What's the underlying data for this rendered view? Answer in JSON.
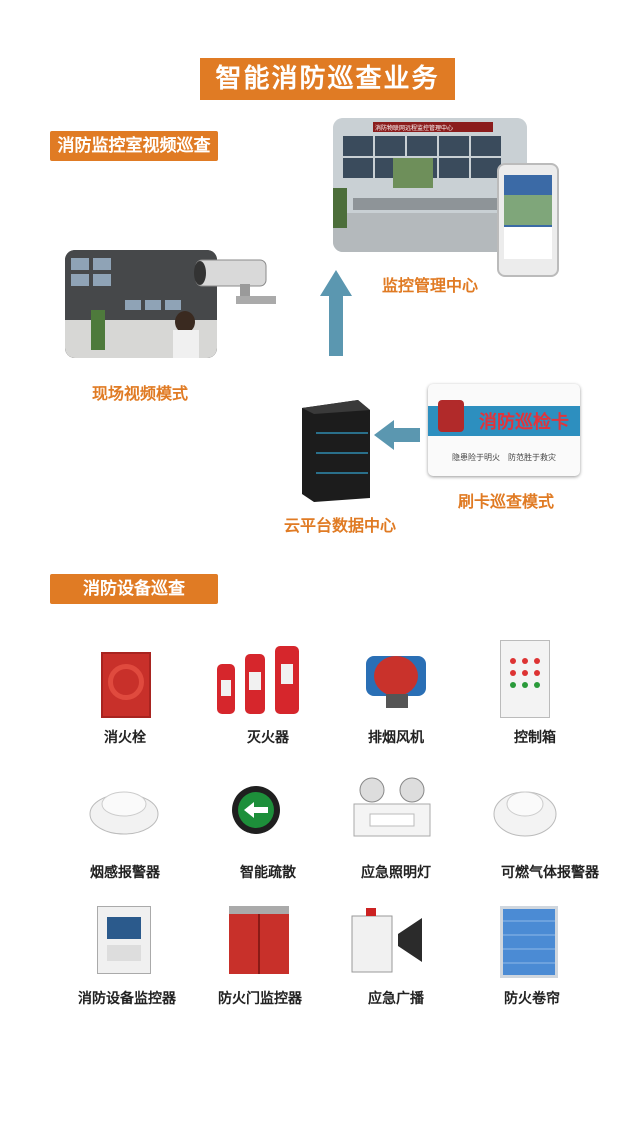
{
  "title": "智能消防巡查业务",
  "section_video": {
    "tag": "消防监控室视频巡查",
    "monitor_center": "监控管理中心",
    "onsite_video": "现场视频模式",
    "card_mode": "刷卡巡查模式",
    "cloud_center": "云平台数据中心",
    "card_title": "消防巡检卡",
    "card_slogan": "隐患险于明火　防范胜于救灾",
    "wall_banner": "消防物联网远程监控管理中心"
  },
  "section_equipment": {
    "tag": "消防设备巡查",
    "devices": [
      {
        "name": "消火栓",
        "icon": "hydrant-cabinet-icon"
      },
      {
        "name": "灭火器",
        "icon": "fire-extinguisher-icon"
      },
      {
        "name": "排烟风机",
        "icon": "smoke-exhaust-fan-icon"
      },
      {
        "name": "控制箱",
        "icon": "control-box-icon"
      },
      {
        "name": "烟感报警器",
        "icon": "smoke-detector-icon"
      },
      {
        "name": "智能疏散",
        "icon": "evacuation-sign-icon"
      },
      {
        "name": "应急照明灯",
        "icon": "emergency-light-icon"
      },
      {
        "name": "可燃气体报警器",
        "icon": "gas-detector-icon"
      },
      {
        "name": "消防设备监控器",
        "icon": "equipment-monitor-icon"
      },
      {
        "name": "防火门监控器",
        "icon": "fire-door-monitor-icon"
      },
      {
        "name": "应急广播",
        "icon": "emergency-broadcast-icon"
      },
      {
        "name": "防火卷帘",
        "icon": "fire-shutter-icon"
      }
    ]
  },
  "colors": {
    "accent": "#e07b24",
    "arrow": "#5b97b0"
  }
}
